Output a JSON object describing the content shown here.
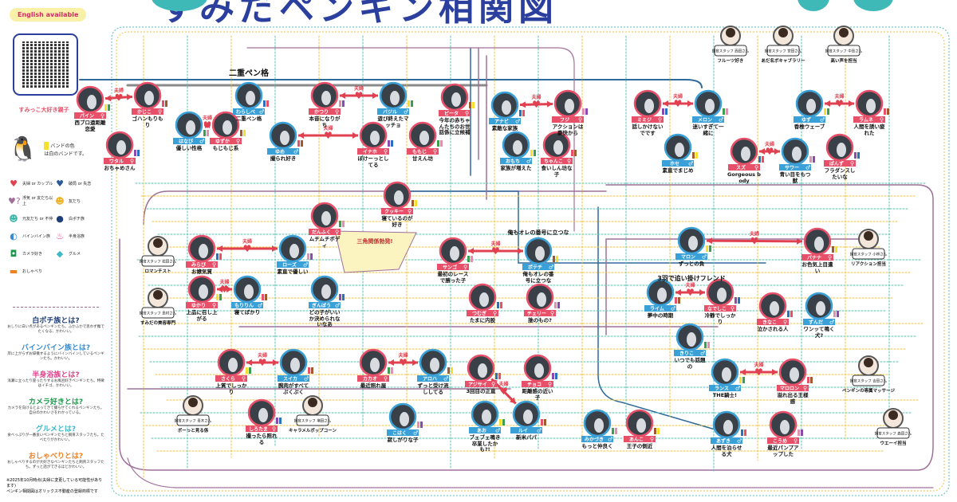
{
  "title": "すみだペンギン相関図",
  "english_badge": "English available",
  "band_legend": {
    "label": "バンドの色",
    "desc": "は白のバンドです。"
  },
  "legend": [
    {
      "icon": "heart",
      "label": "夫婦 or カップル",
      "color": "#e0404f"
    },
    {
      "icon": "broken-heart",
      "label": "破局 or 失恋",
      "color": "#2b5a9a"
    },
    {
      "icon": "heart-question",
      "label": "浮気 or 友だち以上",
      "color": "#a0709a"
    },
    {
      "icon": "friend",
      "label": "友だち",
      "color": "#f0b020"
    },
    {
      "icon": "ex-friend",
      "label": "元友だち or 不仲",
      "color": "#3fb8a8"
    },
    {
      "icon": "shiropochi",
      "label": "白ポチ族",
      "color": "#1f3f7a"
    },
    {
      "icon": "bainbain",
      "label": "バインバイン族",
      "color": "#3a8ad0"
    },
    {
      "icon": "hanshin",
      "label": "半身浴族",
      "color": "#e0408a"
    },
    {
      "icon": "camera",
      "label": "カメラ好き",
      "color": "#1a9a4a"
    },
    {
      "icon": "gourmet",
      "label": "グルメ",
      "color": "#3fb8c8"
    },
    {
      "icon": "talk",
      "label": "おしゃべり",
      "color": "#f08020"
    }
  ],
  "glossary": [
    {
      "title": "白ポチ族とは?",
      "desc": "おしりに白い点があるペンギンたち。ふかふかで思わず撫でたくなる、かわいい。",
      "color": "#1f3f7a"
    },
    {
      "title": "バインバイン族とは?",
      "desc": "岸に上がらずお辞儀するようにバインバインしているペンギンたち。かわいい。",
      "color": "#3a8ad0"
    },
    {
      "title": "半身浴族とは?",
      "desc": "浅瀬に立ったり座ったりするお風呂好きペンギンたち。特徴はイチゴ、かわいい。",
      "color": "#e0408a"
    },
    {
      "title": "カメラ好きとは?",
      "desc": "カメラを向けるとよってきて撮らせてくれるペンギンたち。自分のかわいさをわかっている。",
      "color": "#1a9a4a"
    },
    {
      "title": "グルメとは?",
      "desc": "食べっぷりが一番良いペンギンたちと飼育スタッフたち。たべたりがかわいい。",
      "color": "#3fb8c8"
    },
    {
      "title": "おしゃべりとは?",
      "desc": "おしゃべりするのが大好きなペンギンたちと飼育スタッフたち。ずっと話ができるほどかわいい。",
      "color": "#f08020"
    }
  ],
  "note": [
    "※2025年10月時点(夫婦に変更している可能性があります)",
    "ペンギン相関図はオリックス不動産の登録商標です"
  ],
  "group_labels": [
    "二重ペン格",
    "三角関係勃発!",
    "3羽で追い掛けフレンド",
    "すみっこ大好き親子",
    "俺もオレの番号に立つな"
  ],
  "nodes": [
    {
      "name": "パイン",
      "sex": "f",
      "caption": "西ブロ遠距離恋愛"
    },
    {
      "name": "かじこ",
      "sex": "f",
      "caption": "ゴハンもりもり"
    },
    {
      "name": "ワタル",
      "sex": "f",
      "caption": "おちゃめさん"
    },
    {
      "name": "はなび",
      "sex": "m",
      "caption": "優しい性格"
    },
    {
      "name": "ゆずか",
      "sex": "f",
      "caption": "もじもじ系"
    },
    {
      "name": "わらしべ",
      "sex": "m",
      "caption": "二重ペン格"
    },
    {
      "name": "かつり",
      "sex": "f",
      "caption": "本音になりがち"
    },
    {
      "name": "バジル",
      "sex": "m",
      "caption": "遊び終えたマッチョ"
    },
    {
      "name": "ゆめ",
      "sex": "m",
      "caption": "撮られ好き"
    },
    {
      "name": "イナホ",
      "sex": "f",
      "caption": "ぽけーっとしてる"
    },
    {
      "name": "ももじ",
      "sex": "f",
      "caption": "甘えん坊"
    },
    {
      "name": "ピータ",
      "sex": "f",
      "caption": "今年の赤ちゃんたちのお世話係に立候補"
    },
    {
      "name": "アナビ",
      "sex": "m",
      "caption": "素敵な家族"
    },
    {
      "name": "フジ",
      "sex": "f",
      "caption": "アクションは豪快から"
    },
    {
      "name": "おもち",
      "sex": "m",
      "caption": "家族が増えた"
    },
    {
      "name": "ちゃんこ",
      "sex": "f",
      "caption": "食いしん坊な子"
    },
    {
      "name": "ミミジ",
      "sex": "f",
      "caption": "話しかけないでです"
    },
    {
      "name": "メロン",
      "sex": "m",
      "caption": "迷いすぎて一緒に"
    },
    {
      "name": "ホセ",
      "sex": "m",
      "caption": "素直でまじめ"
    },
    {
      "name": "スズ",
      "sex": "f",
      "caption": "Gorgeous body"
    },
    {
      "name": "サワー",
      "sex": "m",
      "caption": "青い目をもつ獣"
    },
    {
      "name": "ゆず",
      "sex": "m",
      "caption": "香椎ウェーブ"
    },
    {
      "name": "ラムネ",
      "sex": "f",
      "caption": "人間を誘い疲れた"
    },
    {
      "name": "ぽんず",
      "sex": "f",
      "caption": "フラダンスしたいな"
    },
    {
      "name": "だんふく",
      "sex": "f",
      "caption": "ムチムチボディ"
    },
    {
      "name": "クッキー",
      "sex": "f",
      "caption": "寝ているのが好き"
    },
    {
      "name": "みらぴ",
      "sex": "f",
      "caption": "お嬢気質"
    },
    {
      "name": "ローズ",
      "sex": "m",
      "caption": "素直で優しい"
    },
    {
      "name": "ゆかり",
      "sex": "f",
      "caption": "上品に召し上がる"
    },
    {
      "name": "もりりん",
      "sex": "m",
      "caption": "寝てばかり"
    },
    {
      "name": "ぎんぽう",
      "sex": "m",
      "caption": "どの子がいいか決められないなあ"
    },
    {
      "name": "サンゴ",
      "sex": "f",
      "caption": "最初のレースで勝った子"
    },
    {
      "name": "ポテチ",
      "sex": "m",
      "caption": "俺もオレの番号に立つな"
    },
    {
      "name": "つむぎ",
      "sex": "f",
      "caption": "たまに内股"
    },
    {
      "name": "チェリー",
      "sex": "f",
      "caption": "誰のもの?"
    },
    {
      "name": "マロン",
      "sex": "m",
      "caption": "ずっとの負"
    },
    {
      "name": "ライム",
      "sex": "m",
      "caption": "夢中の時期"
    },
    {
      "name": "なでしこ",
      "sex": "f",
      "caption": "冷静でしっかり"
    },
    {
      "name": "きりこ",
      "sex": "m",
      "caption": "いつでも話題の"
    },
    {
      "name": "バナナ",
      "sex": "f",
      "caption": "お色気上目遣い"
    },
    {
      "name": "きなこ",
      "sex": "f",
      "caption": "泣かされる人"
    },
    {
      "name": "ずんだ",
      "sex": "m",
      "caption": "ワンッて鳴く犬?"
    },
    {
      "name": "ランス",
      "sex": "m",
      "caption": "THE騎士!"
    },
    {
      "name": "マロロン",
      "sex": "f",
      "caption": "溢れ出る王様感"
    },
    {
      "name": "チョコ",
      "sex": "f",
      "caption": "距離感の近い子"
    },
    {
      "name": "みかづき",
      "sex": "m",
      "caption": "もっと仲良く"
    },
    {
      "name": "あんこ",
      "sex": "f",
      "caption": "王子の側近"
    },
    {
      "name": "あずき",
      "sex": "m",
      "caption": "人間を泊らせる犬"
    },
    {
      "name": "こうめ",
      "sex": "f",
      "caption": "最近パンプアップした"
    },
    {
      "name": "さくら",
      "sex": "f",
      "caption": "上質でしっかり"
    },
    {
      "name": "スイカ",
      "sex": "m",
      "caption": "腕肉がすべてぷくぷく"
    },
    {
      "name": "しろたま",
      "sex": "f",
      "caption": "撮ったら照れる"
    },
    {
      "name": "カカオ",
      "sex": "f",
      "caption": "最近照れ屋"
    },
    {
      "name": "アロハ",
      "sex": "m",
      "caption": "ずっと受け流ししてる"
    },
    {
      "name": "アジサイ",
      "sex": "f",
      "caption": "3回目の正直"
    },
    {
      "name": "こはく",
      "sex": "m",
      "caption": "寂しがりな子"
    },
    {
      "name": "あお",
      "sex": "m",
      "caption": "ブェブェ鳴き卒業したかも?!"
    },
    {
      "name": "ルイ",
      "sex": "m",
      "caption": "新米パパ"
    }
  ],
  "staff": [
    {
      "label": "飼育スタッフ 岩田さん",
      "caption": "ロマンチスト"
    },
    {
      "label": "飼育スタッフ 島村さん",
      "caption": "すみだの美容専門"
    },
    {
      "label": "飼育スタッフ 西田さん",
      "caption": "フルーツ好き"
    },
    {
      "label": "飼育スタッフ 宮田さん",
      "caption": "あだ名ボキャブラリー"
    },
    {
      "label": "飼育スタッフ 中島さん",
      "caption": "高い声を担当"
    },
    {
      "label": "飼育スタッフ 小林さん",
      "caption": "リアクション担当"
    },
    {
      "label": "飼育スタッフ 吉田さん",
      "caption": "ペンギンの専属マッサージ"
    },
    {
      "label": "飼育スタッフ 森田さん",
      "caption": "ウエーイ担当"
    },
    {
      "label": "飼育スタッフ 青木さん",
      "caption": "ボーっと見る係"
    },
    {
      "label": "飼育スタッフ 増田さん",
      "caption": "キャラメルポップコーン"
    }
  ],
  "couples": [
    [
      0,
      1
    ],
    [
      3,
      4
    ],
    [
      6,
      7
    ],
    [
      8,
      9
    ],
    [
      12,
      13
    ],
    [
      16,
      17
    ],
    [
      19,
      20
    ],
    [
      21,
      22
    ],
    [
      26,
      27
    ],
    [
      28,
      29
    ],
    [
      31,
      32
    ],
    [
      36,
      37
    ],
    [
      35,
      39
    ],
    [
      42,
      43
    ],
    [
      49,
      50
    ],
    [
      52,
      53
    ],
    [
      54,
      57
    ]
  ],
  "couple_label": "夫婦",
  "colors": {
    "female": "#e8506a",
    "male": "#3aa0d8",
    "heart": "#e0404f",
    "purple": "#a0709a",
    "blue": "#2e6a9a",
    "gray": "#8a8a8a",
    "yellow": "#f0c040",
    "teal": "#5bbfb5",
    "title": "#2b3f9e"
  }
}
